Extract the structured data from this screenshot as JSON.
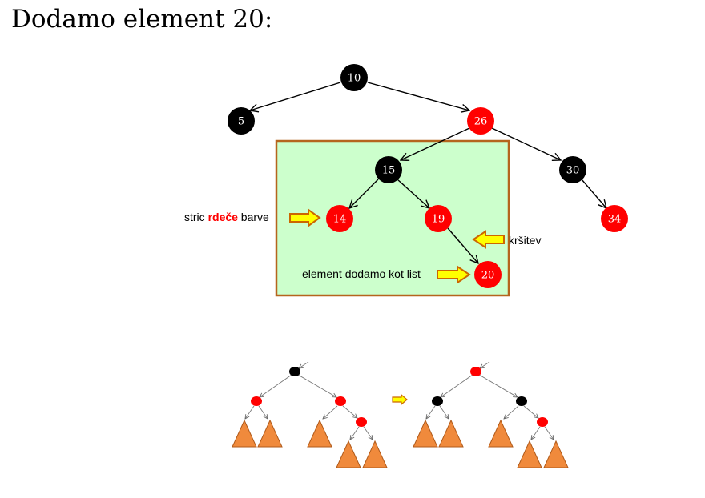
{
  "title": "Dodamo element 20:",
  "colors": {
    "black_node": "#000000",
    "red_node": "#ff0000",
    "highlight_fill": "#ccffcc",
    "highlight_border": "#b5651d",
    "subtree": "#f08a3c",
    "arrow_fill": "#ffff00",
    "arrow_border": "#cc6600"
  },
  "tree": {
    "nodes": [
      {
        "id": "n10",
        "label": "10",
        "color": "black"
      },
      {
        "id": "n5",
        "label": "5",
        "color": "black"
      },
      {
        "id": "n26",
        "label": "26",
        "color": "red"
      },
      {
        "id": "n15",
        "label": "15",
        "color": "black"
      },
      {
        "id": "n30",
        "label": "30",
        "color": "black"
      },
      {
        "id": "n14",
        "label": "14",
        "color": "red"
      },
      {
        "id": "n19",
        "label": "19",
        "color": "red"
      },
      {
        "id": "n34",
        "label": "34",
        "color": "red"
      },
      {
        "id": "n20",
        "label": "20",
        "color": "red"
      }
    ],
    "edges": [
      [
        "n10",
        "n5"
      ],
      [
        "n10",
        "n26"
      ],
      [
        "n26",
        "n15"
      ],
      [
        "n26",
        "n30"
      ],
      [
        "n15",
        "n14"
      ],
      [
        "n15",
        "n19"
      ],
      [
        "n30",
        "n34"
      ],
      [
        "n19",
        "n20"
      ]
    ]
  },
  "annotations": {
    "uncle_prefix": "stric ",
    "uncle_red": "rdeče",
    "uncle_suffix": " barve",
    "violation": "kršitev",
    "leaf": "element dodamo kot list"
  }
}
